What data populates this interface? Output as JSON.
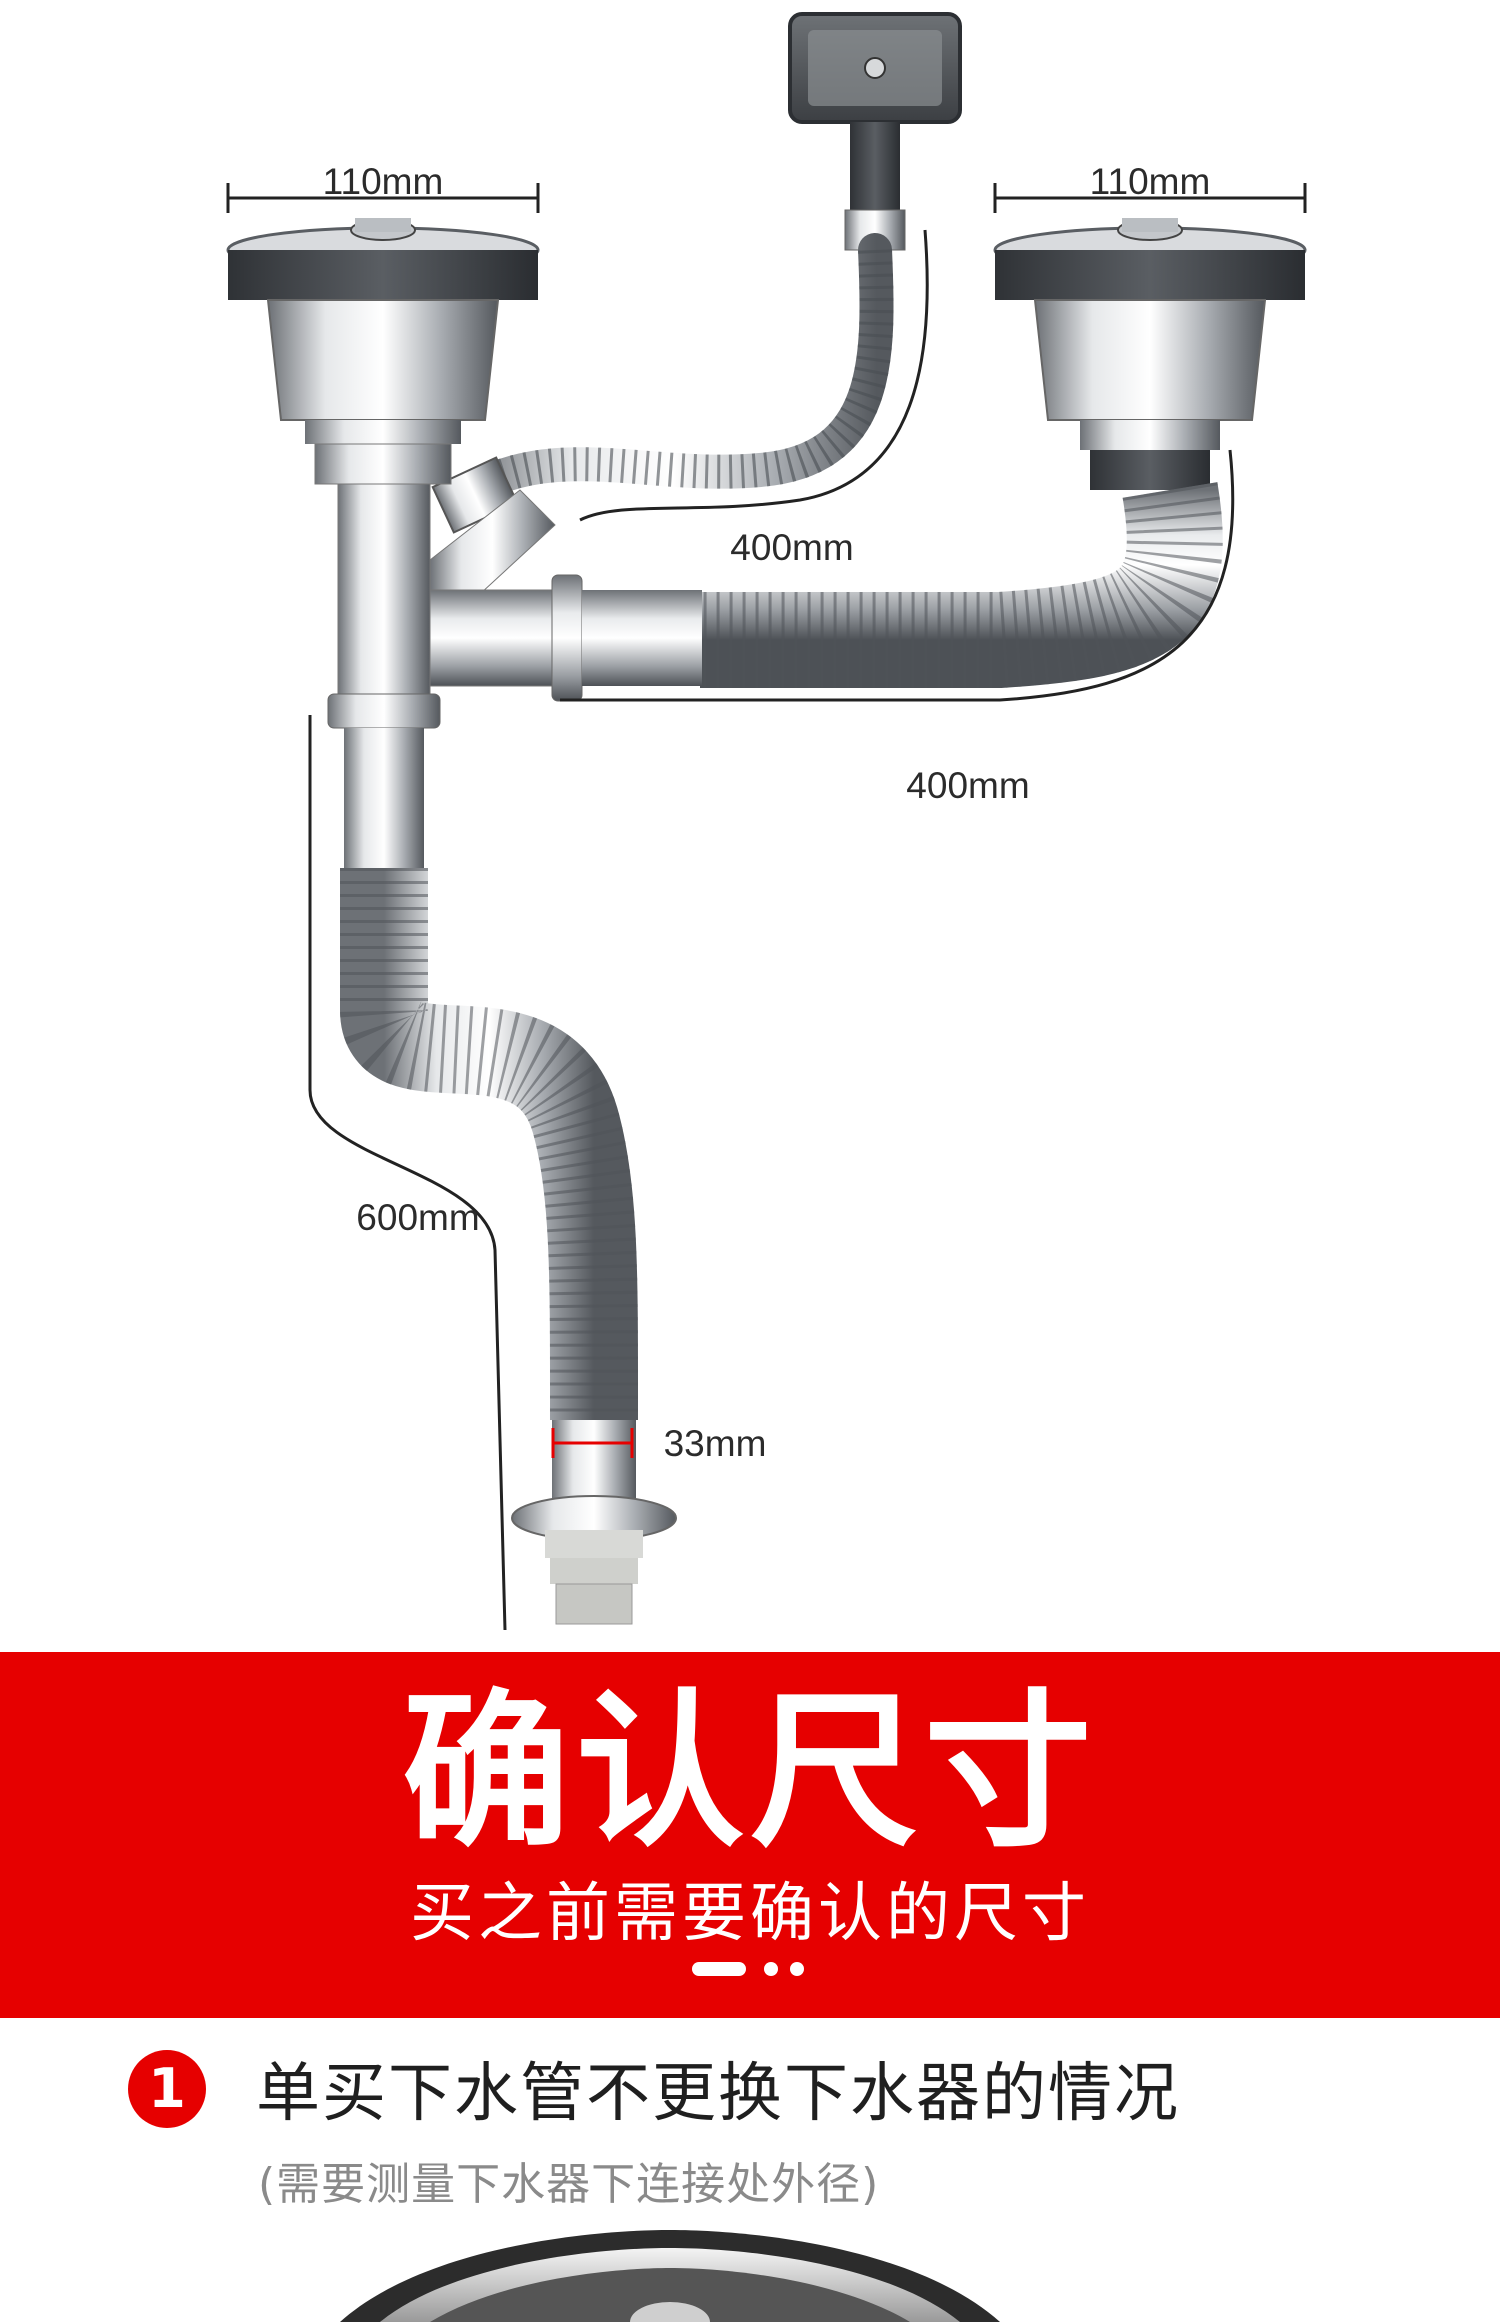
{
  "dimensions": {
    "left_strainer_width": "110mm",
    "right_strainer_width": "110mm",
    "overflow_hose_length": "400mm",
    "connecting_pipe_length": "400mm",
    "drain_hose_length": "600mm",
    "outlet_diameter": "33mm"
  },
  "banner": {
    "title": "确认尺寸",
    "subtitle": "买之前需要确认的尺寸"
  },
  "step": {
    "number": "1",
    "title": "单买下水管不更换下水器的情况",
    "note": "(需要测量下水器下连接处外径)"
  },
  "colors": {
    "accent": "#e60000",
    "steel": "#b8bcc0",
    "dimension_line": "#222222",
    "outlet_marker": "#e60000"
  }
}
